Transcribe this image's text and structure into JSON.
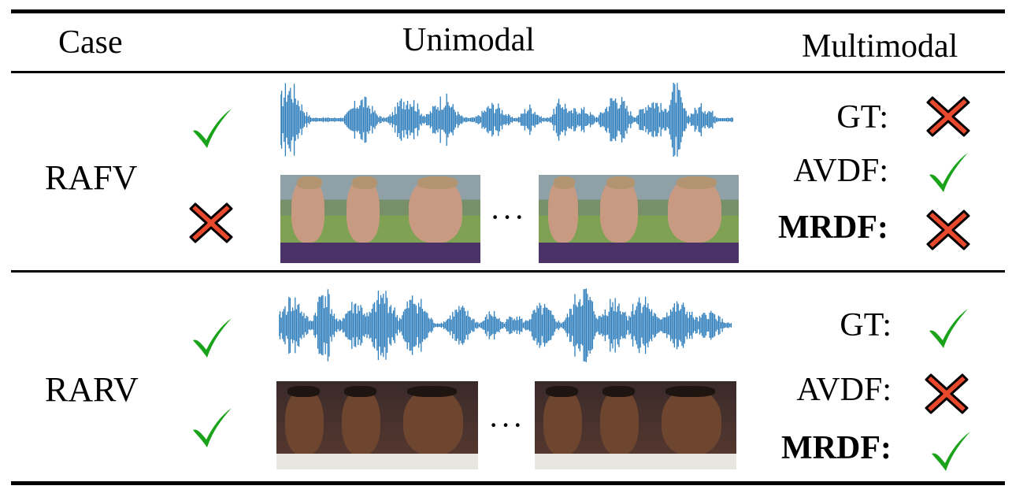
{
  "header": {
    "case_label": "Case",
    "unimodal_label": "Unimodal",
    "multimodal_label": "Multimodal"
  },
  "rows": [
    {
      "case": "RAFV",
      "audio_unimodal": "check",
      "video_unimodal": "cross",
      "frames_scene": "outdoor-field-face",
      "ellipsis": "···",
      "gt_label": "GT:",
      "avdf_label": "AVDF:",
      "mrdf_label": "MRDF:",
      "gt": "cross",
      "avdf": "check",
      "mrdf": "cross"
    },
    {
      "case": "RARV",
      "audio_unimodal": "check",
      "video_unimodal": "check",
      "frames_scene": "indoor-interview-face",
      "ellipsis": "···",
      "gt_label": "GT:",
      "avdf_label": "AVDF:",
      "mrdf_label": "MRDF:",
      "gt": "check",
      "avdf": "cross",
      "mrdf": "check"
    }
  ],
  "colors": {
    "check": "#1aa31a",
    "cross": "#e8482c",
    "waveform": "#2f7fbd"
  }
}
